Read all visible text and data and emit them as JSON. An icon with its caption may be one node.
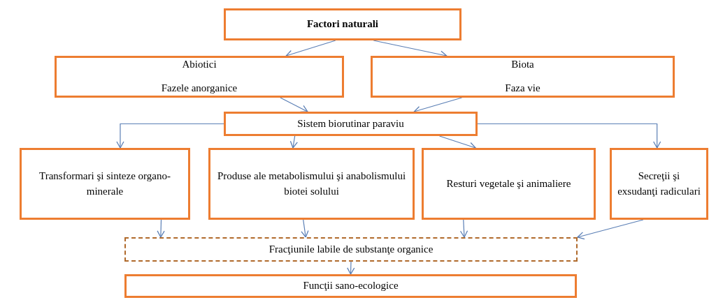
{
  "diagram": {
    "nodes": [
      {
        "text": [
          "Factori naturali"
        ]
      },
      {
        "text": [
          "Abiotici",
          "Fazele anorganice"
        ]
      },
      {
        "text": [
          "Biota",
          "Faza vie"
        ]
      },
      {
        "text": [
          "Sistem biorutinar paraviu"
        ]
      },
      {
        "text": [
          "Transformari şi sinteze organo-minerale"
        ]
      },
      {
        "text": [
          "Produse ale metabolismului şi anabolismului biotei solului"
        ]
      },
      {
        "text": [
          "Resturi vegetale şi animaliere"
        ]
      },
      {
        "text": [
          "Secreţii şi exsudanţi radiculari"
        ]
      },
      {
        "text": [
          "Fracţiunile labile de substanţe organice"
        ]
      },
      {
        "text": [
          "Funcţii sano-ecologice"
        ]
      }
    ],
    "edges": [
      {
        "from": 0,
        "to": 1,
        "arrow": "to"
      },
      {
        "from": 0,
        "to": 2,
        "arrow": "to"
      },
      {
        "from": 1,
        "to": 3,
        "arrow": "to"
      },
      {
        "from": 2,
        "to": 3,
        "arrow": "to"
      },
      {
        "from": 3,
        "to": 4,
        "arrow": "to"
      },
      {
        "from": 3,
        "to": 5,
        "arrow": "to"
      },
      {
        "from": 3,
        "to": 6,
        "arrow": "to"
      },
      {
        "from": 3,
        "to": 7,
        "arrow": "to"
      },
      {
        "from": 4,
        "to": 8,
        "arrow": "to"
      },
      {
        "from": 5,
        "to": 8,
        "arrow": "to"
      },
      {
        "from": 6,
        "to": 8,
        "arrow": "to"
      },
      {
        "from": 7,
        "to": 8,
        "arrow": "to"
      },
      {
        "from": 8,
        "to": 9,
        "arrow": "to"
      }
    ]
  }
}
